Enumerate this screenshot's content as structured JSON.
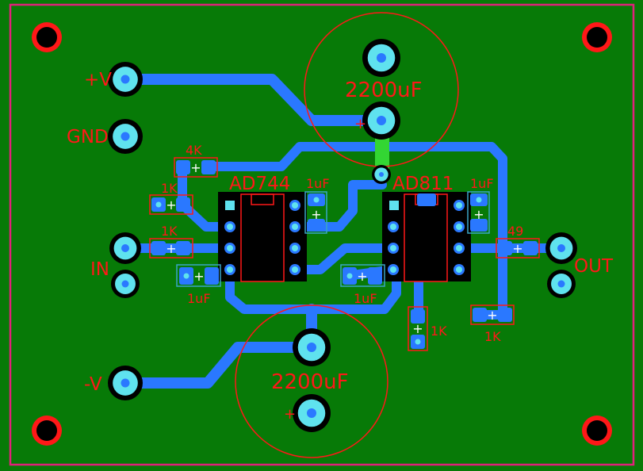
{
  "colors": {
    "board": "#077a07",
    "edge": "#e0207a",
    "trace": "#2a78ff",
    "pad": "#5fe2ee",
    "silk": "#ff1818",
    "mount": "#ff1818",
    "jumper": "#33d633"
  },
  "labels": {
    "plus_v": "+V",
    "gnd": "GND",
    "in": "IN",
    "minus_v": "-V",
    "out": "OUT",
    "cap_top": "2200uF",
    "cap_bottom": "2200uF",
    "ic1": "AD744",
    "ic2": "AD811",
    "r_4k": "4K",
    "r_1k_a": "1K",
    "r_1k_b": "1K",
    "r_1k_c": "1K",
    "r_1k_d": "1K",
    "r_49": "49",
    "c_1uf_a": "1uF",
    "c_1uf_b": "1uF",
    "c_1uf_c": "1uF",
    "c_1uf_d": "1uF",
    "plus_mark": "+"
  }
}
